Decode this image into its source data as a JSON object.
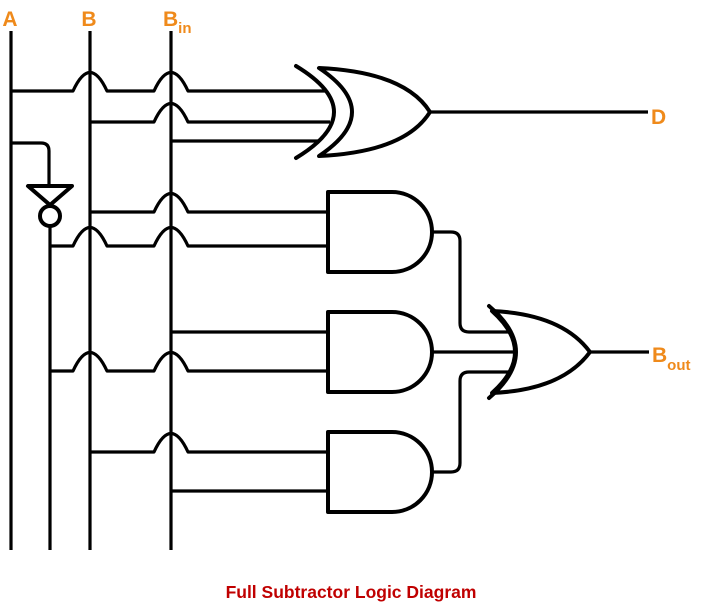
{
  "page": {
    "background": "#ffffff"
  },
  "diagram": {
    "title": "Full Subtractor Logic Diagram",
    "colors": {
      "wire": "#000000",
      "io_label": "#EF8A1B",
      "title_text": "#C00000"
    },
    "inputs": {
      "a": {
        "label": "A"
      },
      "b": {
        "label": "B"
      },
      "bin": {
        "label": "B",
        "subscript": "in"
      }
    },
    "outputs": {
      "difference": {
        "label": "D"
      },
      "borrow": {
        "label": "B",
        "subscript": "out"
      }
    },
    "gates": {
      "xor": {
        "type": "XOR"
      },
      "not": {
        "type": "NOT"
      },
      "and1": {
        "type": "AND"
      },
      "and2": {
        "type": "AND"
      },
      "and3": {
        "type": "AND"
      },
      "or": {
        "type": "OR"
      }
    }
  }
}
